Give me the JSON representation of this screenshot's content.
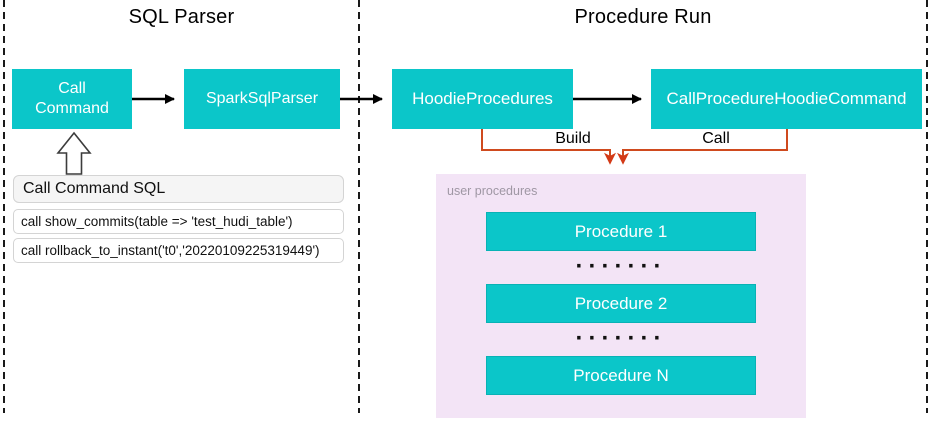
{
  "titles": {
    "left": "SQL Parser",
    "right": "Procedure Run"
  },
  "flow_nodes": {
    "call_command": {
      "line1": "Call",
      "line2": "Command"
    },
    "spark_sql_parser": {
      "label": "SparkSqlParser"
    },
    "hoodie_procedures": {
      "label": "HoodieProcedures"
    },
    "call_procedure_hoodie_command": {
      "label": "CallProcedureHoodieCommand"
    }
  },
  "edge_labels": {
    "build": "Build",
    "call": "Call"
  },
  "sql_panel": {
    "header": "Call Command SQL",
    "rows": [
      "call show_commits(table => 'test_hudi_table')",
      "call rollback_to_instant('t0','20220109225319449')"
    ]
  },
  "procedures_panel": {
    "caption": "user procedures",
    "items": [
      "Procedure 1",
      "Procedure 2",
      "Procedure N"
    ],
    "separator": "·······"
  },
  "colors": {
    "node-fill": "#0bc6c9",
    "node-text": "#ffffff",
    "panel-fill": "#f3e4f6",
    "connector": "#cf4a1e",
    "arrowhead": "#d33a17",
    "caption-gray": "#9f97a4",
    "table-header-bg": "#f5f5f5"
  }
}
